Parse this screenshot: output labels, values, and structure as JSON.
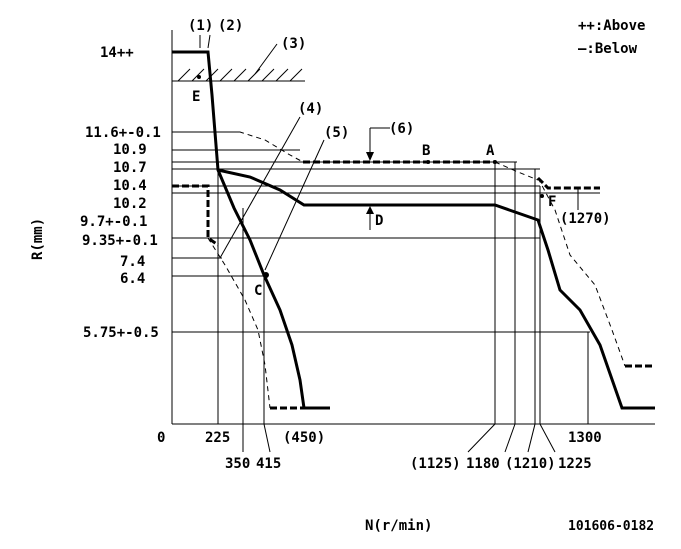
{
  "legend": {
    "above": "++:Above",
    "below": "—:Below"
  },
  "axes": {
    "y_label": "R(mm)",
    "x_label": "N(r/min)",
    "origin": "0"
  },
  "y_ticks": [
    {
      "key": "t14",
      "label": "14++"
    },
    {
      "key": "t116",
      "label": "11.6+-0.1"
    },
    {
      "key": "t109",
      "label": "10.9"
    },
    {
      "key": "t107",
      "label": "10.7"
    },
    {
      "key": "t104",
      "label": "10.4"
    },
    {
      "key": "t102",
      "label": "10.2"
    },
    {
      "key": "t97",
      "label": "9.7+-0.1"
    },
    {
      "key": "t935",
      "label": "9.35+-0.1"
    },
    {
      "key": "t74",
      "label": "7.4"
    },
    {
      "key": "t64",
      "label": "6.4"
    },
    {
      "key": "t575",
      "label": "5.75+-0.5"
    }
  ],
  "x_ticks": [
    {
      "key": "x225",
      "label": "225"
    },
    {
      "key": "x350",
      "label": "350"
    },
    {
      "key": "x415",
      "label": "415"
    },
    {
      "key": "x450",
      "label": "(450)"
    },
    {
      "key": "x1125",
      "label": "(1125)"
    },
    {
      "key": "x1180",
      "label": "1180"
    },
    {
      "key": "x1210",
      "label": "(1210)"
    },
    {
      "key": "x1225",
      "label": "1225"
    },
    {
      "key": "x1300",
      "label": "1300"
    },
    {
      "key": "x1270",
      "label": "(1270)"
    }
  ],
  "callouts": {
    "c1": "(1)",
    "c2": "(2)",
    "c3": "(3)",
    "c4": "(4)",
    "c5": "(5)",
    "c6": "(6)"
  },
  "points": {
    "A": "A",
    "B": "B",
    "C": "C",
    "D": "D",
    "E": "E",
    "F": "F"
  },
  "code": "101606-0182"
}
